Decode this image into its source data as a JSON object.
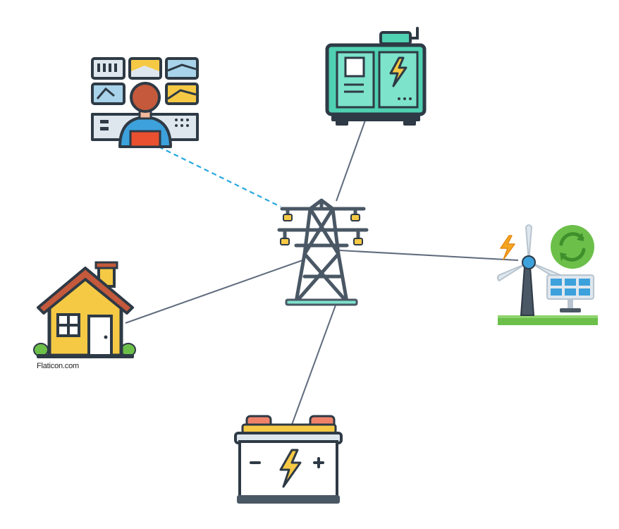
{
  "diagram": {
    "hub": {
      "icon": "transmission-tower-icon"
    },
    "nodes": [
      {
        "id": "control-room",
        "icon": "control-room-operator-icon",
        "connection": "dashed"
      },
      {
        "id": "generator",
        "icon": "generator-icon",
        "connection": "solid"
      },
      {
        "id": "renewable",
        "icon": "wind-solar-renewable-icon",
        "connection": "solid"
      },
      {
        "id": "battery",
        "icon": "battery-icon",
        "connection": "solid"
      },
      {
        "id": "house",
        "icon": "house-icon",
        "connection": "solid"
      }
    ],
    "colors": {
      "solid_line": "#5f6b7c",
      "dashed_line": "#29a9e0",
      "outline": "#2e3a45",
      "accent_yellow": "#f6c945",
      "accent_teal": "#4fd1b2",
      "accent_green": "#6cc04a"
    }
  },
  "credit": {
    "text": "Flaticon.com"
  }
}
